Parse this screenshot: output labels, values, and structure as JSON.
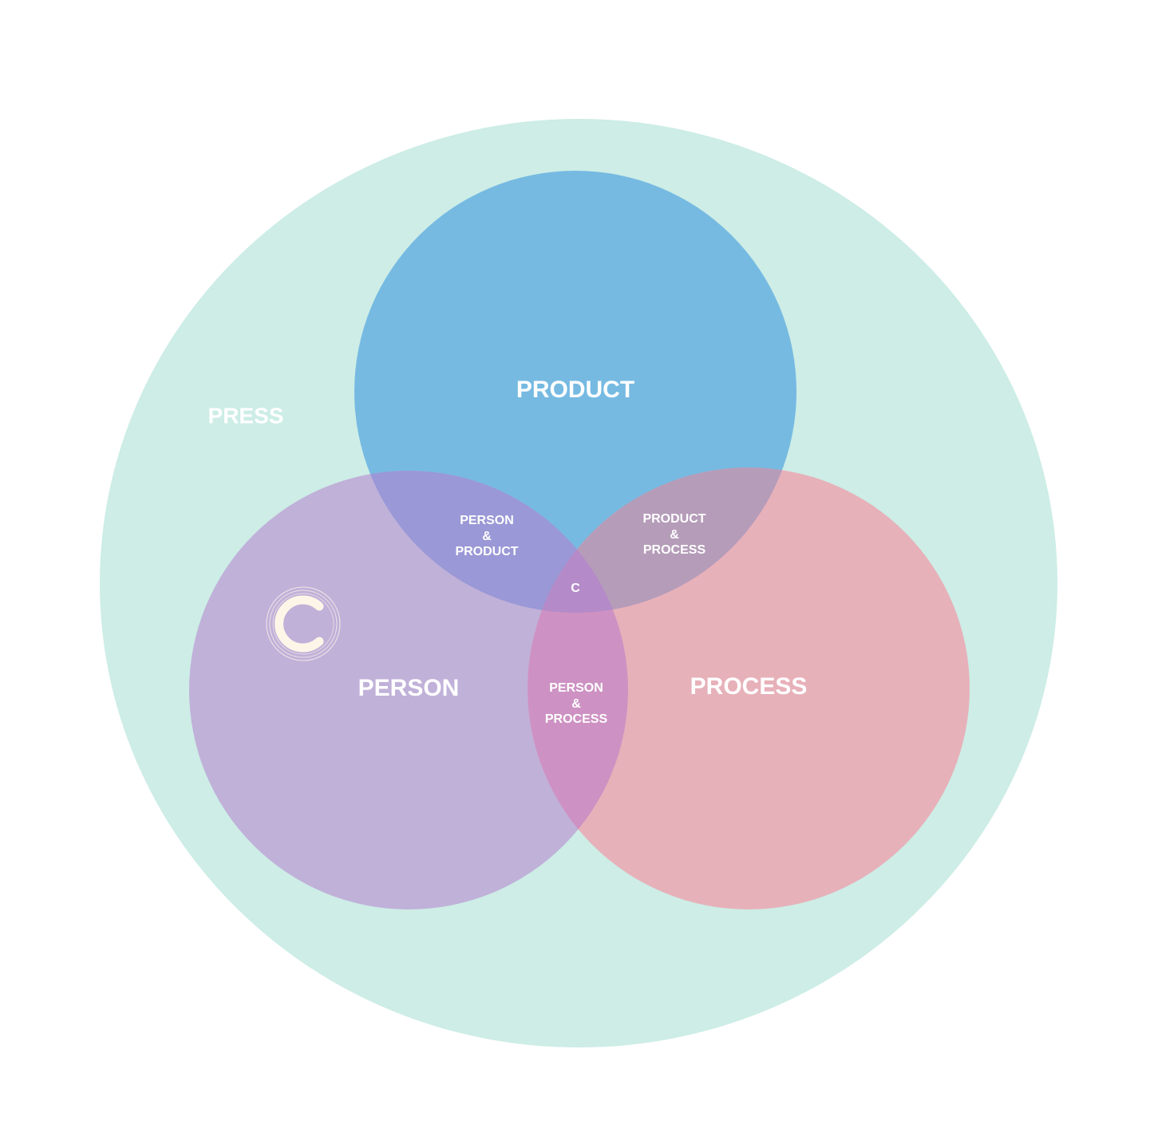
{
  "colors": {
    "background": "#ffffff",
    "press": "#cdede6",
    "product": "#6fb5e2",
    "person": "#c0aed8",
    "process": "#e8aeb8",
    "label": "#ffffff",
    "logo": "#fdf6e8"
  },
  "labels": {
    "press": "PRESS",
    "product": "PRODUCT",
    "person": "PERSON",
    "process": "PROCESS",
    "person_product": [
      "PERSON",
      "&",
      "PRODUCT"
    ],
    "product_process": [
      "PRODUCT",
      "&",
      "PROCESS"
    ],
    "person_process": [
      "PERSON",
      "&",
      "PROCESS"
    ],
    "center": "C"
  },
  "logo": {
    "icon": "c-logo-icon",
    "letter": "C"
  }
}
